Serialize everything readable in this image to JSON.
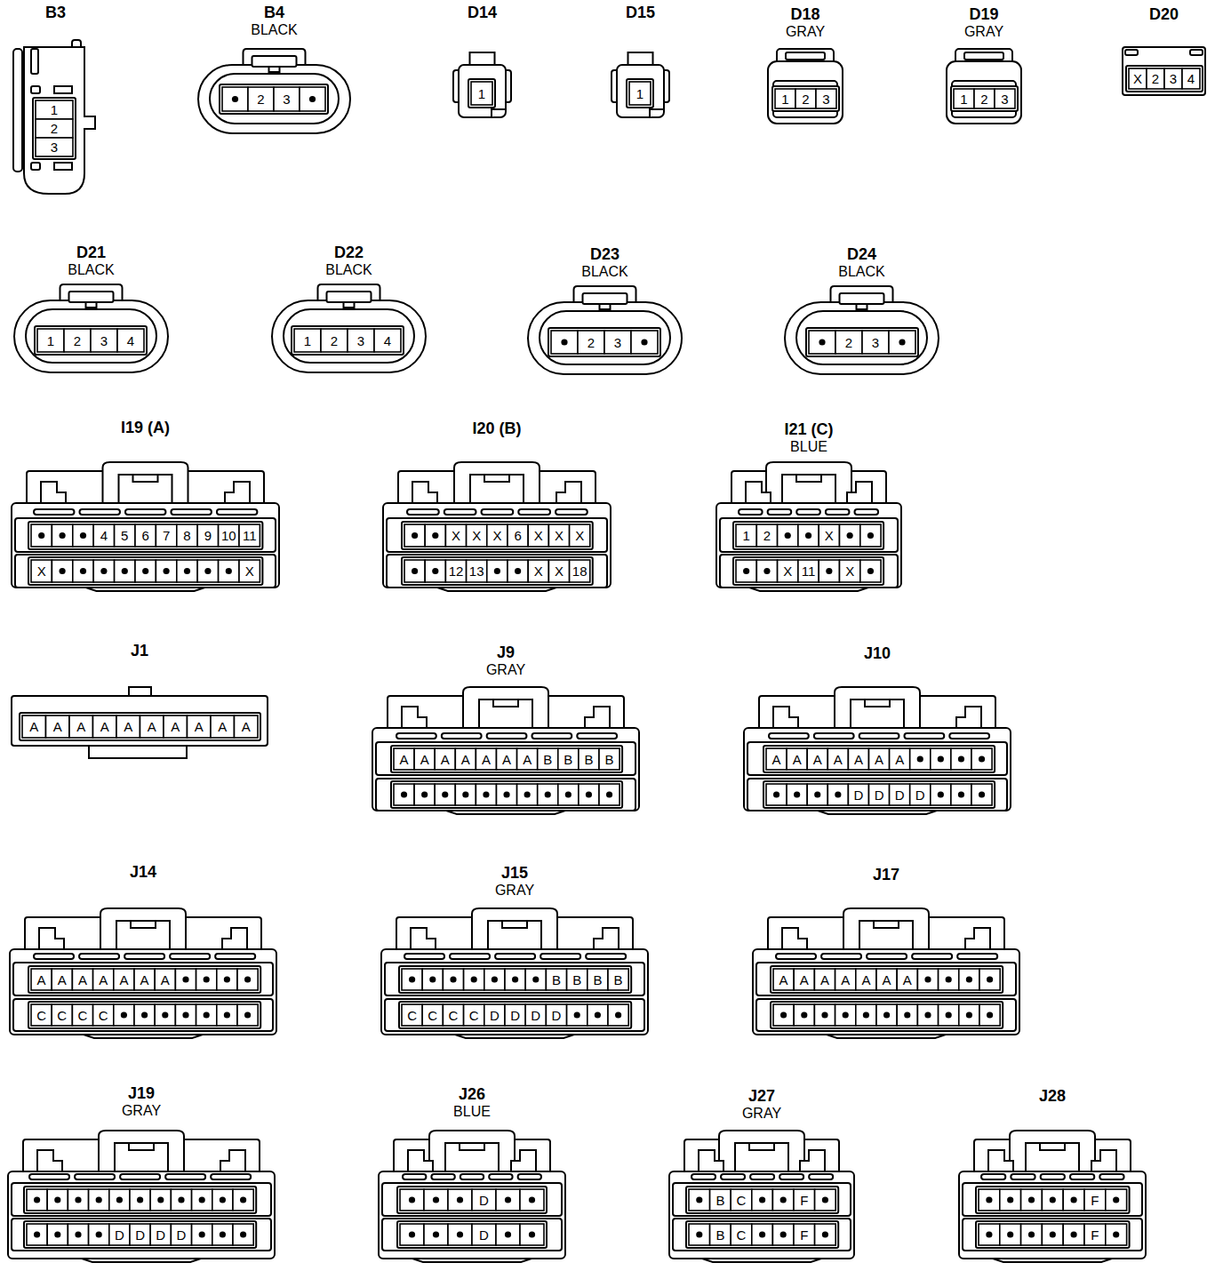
{
  "diagram": {
    "nodes": [
      {
        "text": [
          "B3"
        ]
      },
      {
        "text": [
          "B4",
          "BLACK"
        ]
      },
      {
        "text": [
          "D14"
        ]
      },
      {
        "text": [
          "D15"
        ]
      },
      {
        "text": [
          "D18",
          "GRAY"
        ]
      },
      {
        "text": [
          "D19",
          "GRAY"
        ]
      },
      {
        "text": [
          "D20"
        ]
      },
      {
        "text": [
          "D21",
          "BLACK"
        ]
      },
      {
        "text": [
          "D22",
          "BLACK"
        ]
      },
      {
        "text": [
          "D23",
          "BLACK"
        ]
      },
      {
        "text": [
          "D24",
          "BLACK"
        ]
      },
      {
        "text": [
          "I19 (A)"
        ]
      },
      {
        "text": [
          "I20 (B)"
        ]
      },
      {
        "text": [
          "I21 (C)",
          "BLUE"
        ]
      },
      {
        "text": [
          "J1"
        ]
      },
      {
        "text": [
          "J9",
          "GRAY"
        ]
      },
      {
        "text": [
          "J10"
        ]
      },
      {
        "text": [
          "J14"
        ]
      },
      {
        "text": [
          "J15",
          "GRAY"
        ]
      },
      {
        "text": [
          "J17"
        ]
      },
      {
        "text": [
          "J19",
          "GRAY"
        ]
      },
      {
        "text": [
          "J26",
          "BLUE"
        ]
      },
      {
        "text": [
          "J27",
          "GRAY"
        ]
      },
      {
        "text": [
          "J28"
        ]
      }
    ],
    "labels": [
      "1",
      "2",
      "3",
      "2",
      "3",
      "1",
      "1",
      "1",
      "2",
      "3",
      "1",
      "2",
      "3",
      "X",
      "2",
      "3",
      "4",
      "1",
      "2",
      "3",
      "4",
      "1",
      "2",
      "3",
      "4",
      "2",
      "3",
      "2",
      "3",
      "4",
      "5",
      "6",
      "7",
      "8",
      "9",
      "10",
      "11",
      "X",
      "X",
      "X",
      "X",
      "X",
      "6",
      "X",
      "X",
      "X",
      "12",
      "13",
      "X",
      "X",
      "18",
      "1",
      "2",
      "X",
      "X",
      "11",
      "X",
      "A",
      "A",
      "A",
      "A",
      "A",
      "A",
      "A",
      "A",
      "A",
      "A",
      "A",
      "A",
      "A",
      "A",
      "A",
      "A",
      "A",
      "B",
      "B",
      "B",
      "B",
      "A",
      "A",
      "A",
      "A",
      "A",
      "A",
      "A",
      "D",
      "D",
      "D",
      "D",
      "A",
      "A",
      "A",
      "A",
      "A",
      "A",
      "A",
      "C",
      "C",
      "C",
      "C",
      "B",
      "B",
      "B",
      "B",
      "C",
      "C",
      "C",
      "C",
      "D",
      "D",
      "D",
      "D",
      "A",
      "A",
      "A",
      "A",
      "A",
      "A",
      "A",
      "D",
      "D",
      "D",
      "D",
      "D",
      "D",
      "B",
      "C",
      "F",
      "B",
      "C",
      "F",
      "F",
      "F"
    ]
  }
}
